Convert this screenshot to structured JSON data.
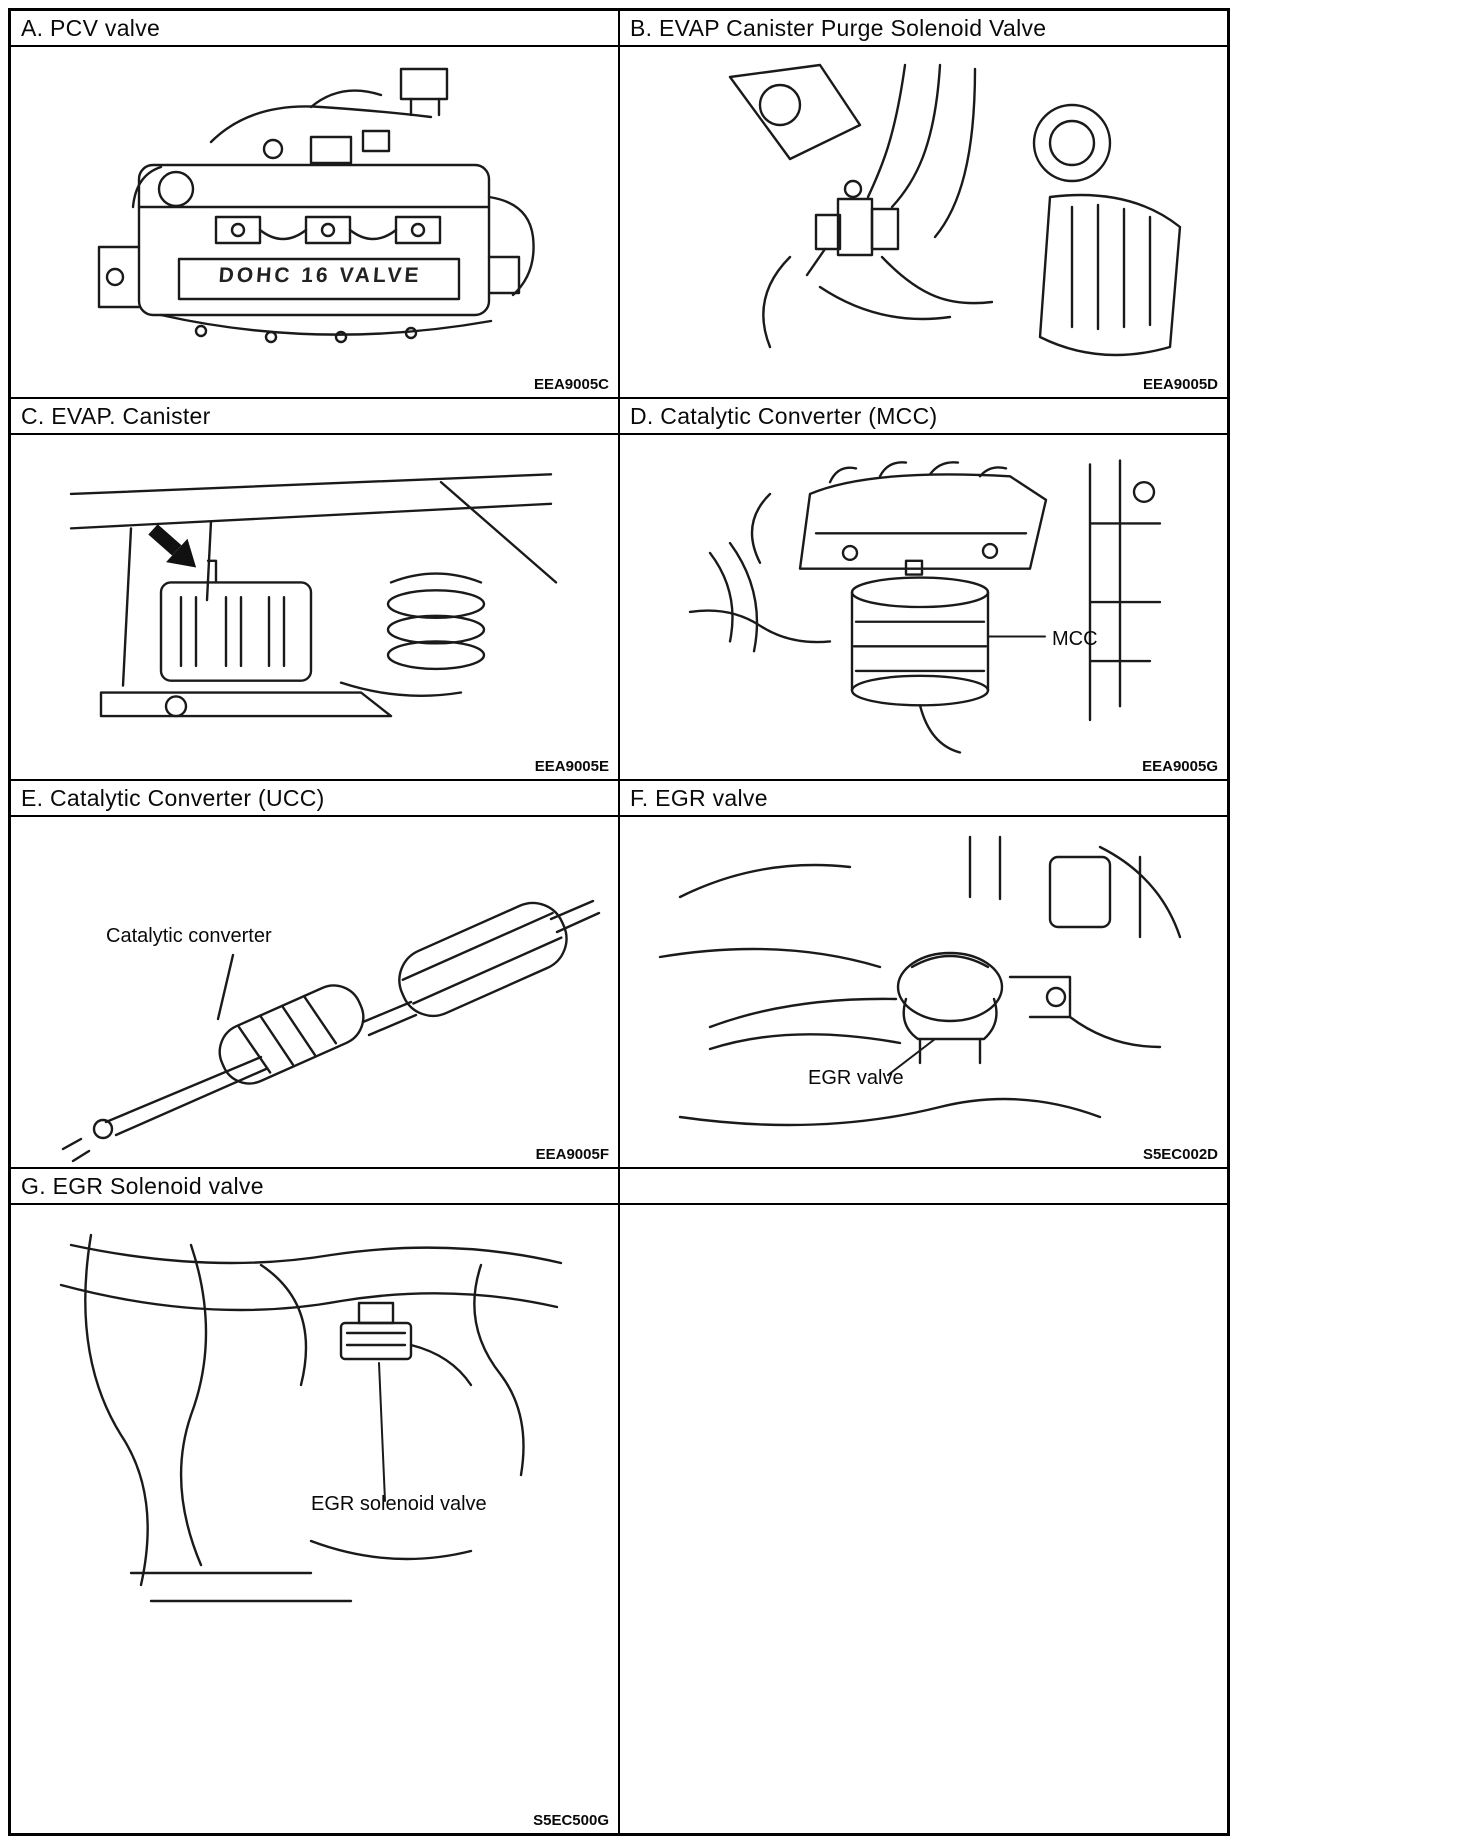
{
  "document": {
    "panels": [
      {
        "letter": "A",
        "title": "A. PCV valve",
        "code": "EEA9005C",
        "drawing_text": "DOHC 16 VALVE"
      },
      {
        "letter": "B",
        "title": "B. EVAP Canister Purge Solenoid Valve",
        "code": "EEA9005D"
      },
      {
        "letter": "C",
        "title": "C. EVAP. Canister",
        "code": "EEA9005E"
      },
      {
        "letter": "D",
        "title": "D. Catalytic Converter (MCC)",
        "code": "EEA9005G",
        "annotation": "MCC"
      },
      {
        "letter": "E",
        "title": "E. Catalytic Converter (UCC)",
        "code": "EEA9005F",
        "annotation": "Catalytic converter"
      },
      {
        "letter": "F",
        "title": "F. EGR valve",
        "code": "S5EC002D",
        "annotation": "EGR valve"
      },
      {
        "letter": "G",
        "title": "G. EGR Solenoid valve",
        "code": "S5EC500G",
        "annotation": "EGR solenoid valve"
      }
    ]
  }
}
